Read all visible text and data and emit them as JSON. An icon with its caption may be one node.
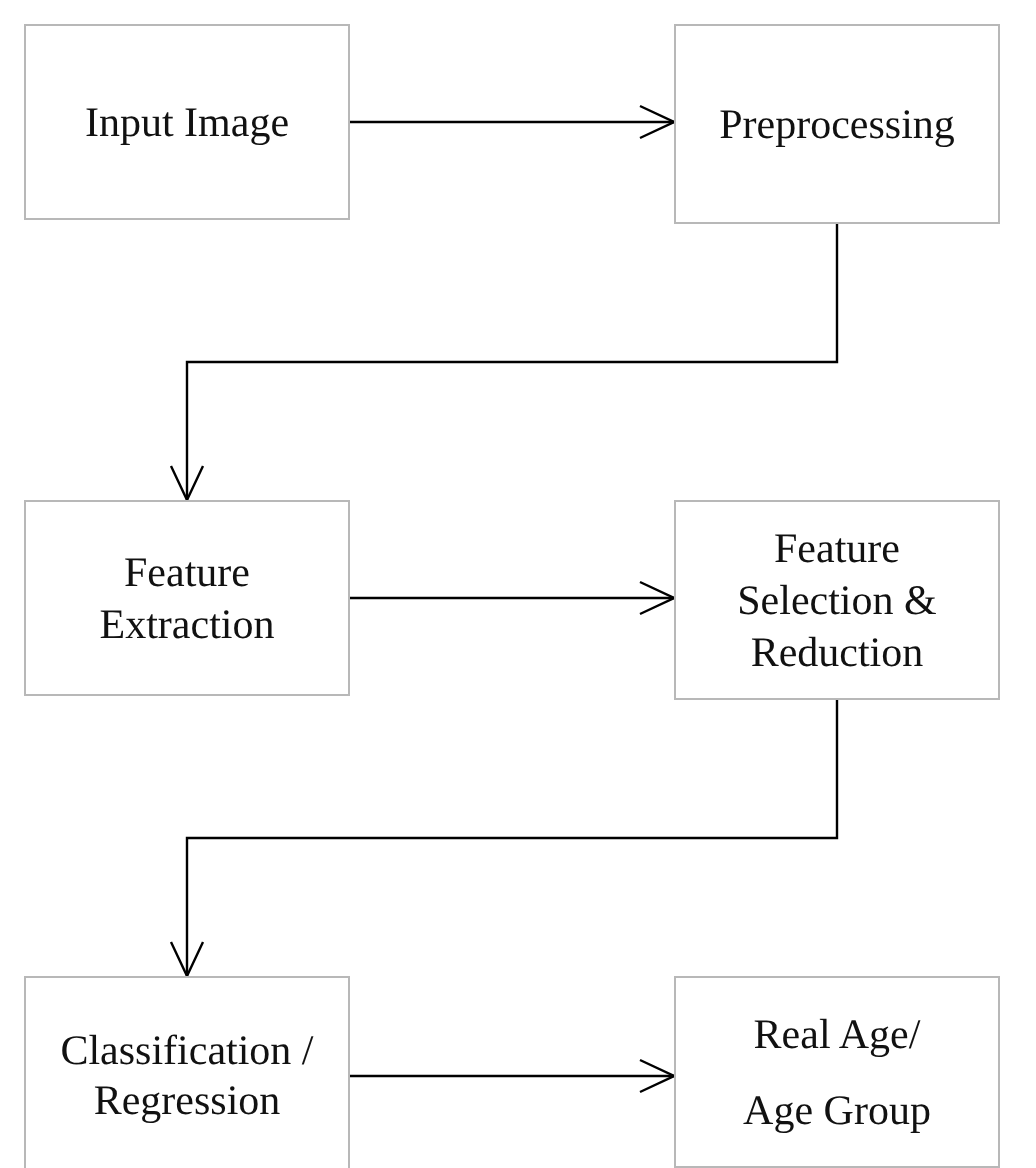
{
  "diagram": {
    "nodes": [
      {
        "text": [
          "Input Image"
        ]
      },
      {
        "text": [
          "Preprocessing"
        ]
      },
      {
        "text": [
          "Feature Extraction"
        ]
      },
      {
        "text": [
          "Feature Selection & Reduction"
        ]
      },
      {
        "text": [
          "Classification / Regression"
        ]
      },
      {
        "text": [
          "Real Age/ Age Group"
        ]
      }
    ],
    "edges": [
      {
        "from": 0,
        "to": 1,
        "arrow": "to"
      },
      {
        "from": 1,
        "to": 2,
        "arrow": "to"
      },
      {
        "from": 2,
        "to": 3,
        "arrow": "to"
      },
      {
        "from": 3,
        "to": 4,
        "arrow": "to"
      },
      {
        "from": 4,
        "to": 5,
        "arrow": "to"
      }
    ]
  }
}
